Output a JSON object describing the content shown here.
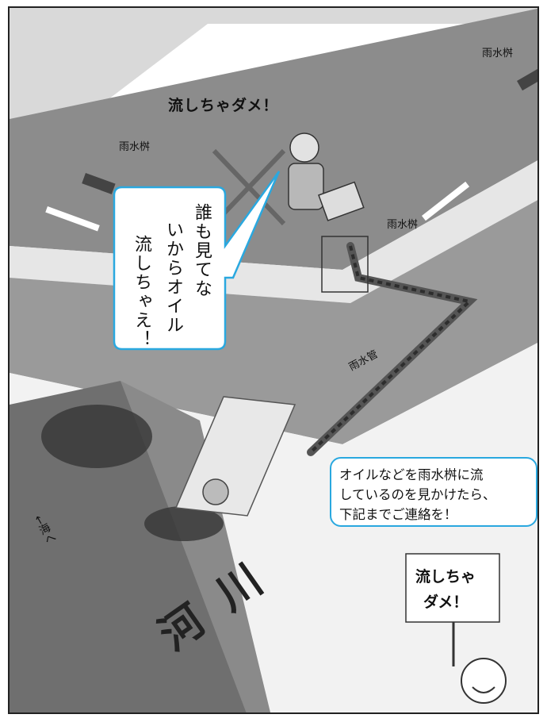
{
  "title": "流しちゃダメ！",
  "storm_drain_labels": [
    "雨水桝",
    "雨水桝",
    "雨水桝"
  ],
  "pipe_label": "雨水管",
  "sea_label": "←海へ",
  "river_label": "河川",
  "speech_bubble": {
    "col1": "誰も見てな",
    "col2": "いからオイル",
    "col3": "流しちゃえ！"
  },
  "notice": {
    "line1": "オイルなどを雨水桝に流",
    "line2": "しているのを見かけたら、",
    "line3": "下記までご連絡を！"
  },
  "sign": {
    "line1": "流しちゃ",
    "line2": "ダメ！"
  },
  "colors": {
    "bubble_border": "#2aa8df",
    "road": "#8a8a8a",
    "river": "#6f6f6f"
  }
}
